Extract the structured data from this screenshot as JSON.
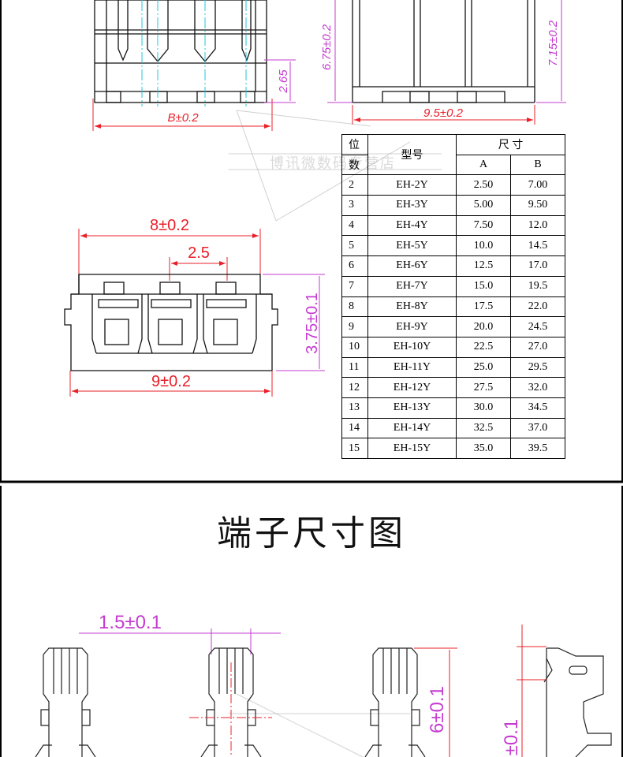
{
  "top_left_dims": {
    "width_label": "B±0.2",
    "height_label": "2.65"
  },
  "top_right_dims": {
    "width_label": "9.5±0.2",
    "height_left_label": "6.75±0.2",
    "height_right_label": "7.15±0.2"
  },
  "housing_dims": {
    "top_label": "8±0.2",
    "pitch_label": "2.5",
    "bottom_label": "9±0.2",
    "height_label": "3.75±0.1"
  },
  "watermark": "博讯微数码专营店",
  "table": {
    "head_pos_top": "位",
    "head_pos_bottom": "数",
    "head_model": "型号",
    "head_size": "尺  寸",
    "head_a": "A",
    "head_b": "B",
    "rows": [
      {
        "pos": "2",
        "model": "EH-2Y",
        "a": "2.50",
        "b": "7.00"
      },
      {
        "pos": "3",
        "model": "EH-3Y",
        "a": "5.00",
        "b": "9.50"
      },
      {
        "pos": "4",
        "model": "EH-4Y",
        "a": "7.50",
        "b": "12.0"
      },
      {
        "pos": "5",
        "model": "EH-5Y",
        "a": "10.0",
        "b": "14.5"
      },
      {
        "pos": "6",
        "model": "EH-6Y",
        "a": "12.5",
        "b": "17.0"
      },
      {
        "pos": "7",
        "model": "EH-7Y",
        "a": "15.0",
        "b": "19.5"
      },
      {
        "pos": "8",
        "model": "EH-8Y",
        "a": "17.5",
        "b": "22.0"
      },
      {
        "pos": "9",
        "model": "EH-9Y",
        "a": "20.0",
        "b": "24.5"
      },
      {
        "pos": "10",
        "model": "EH-10Y",
        "a": "22.5",
        "b": "27.0"
      },
      {
        "pos": "11",
        "model": "EH-11Y",
        "a": "25.0",
        "b": "29.5"
      },
      {
        "pos": "12",
        "model": "EH-12Y",
        "a": "27.5",
        "b": "32.0"
      },
      {
        "pos": "13",
        "model": "EH-13Y",
        "a": "30.0",
        "b": "34.5"
      },
      {
        "pos": "14",
        "model": "EH-14Y",
        "a": "32.5",
        "b": "37.0"
      },
      {
        "pos": "15",
        "model": "EH-15Y",
        "a": "35.0",
        "b": "39.5"
      }
    ]
  },
  "section_title": "端子尺寸图",
  "terminal_dims": {
    "width_label": "1.5±0.1",
    "height_label": "6±0.1",
    "side_label": "±0.1"
  }
}
